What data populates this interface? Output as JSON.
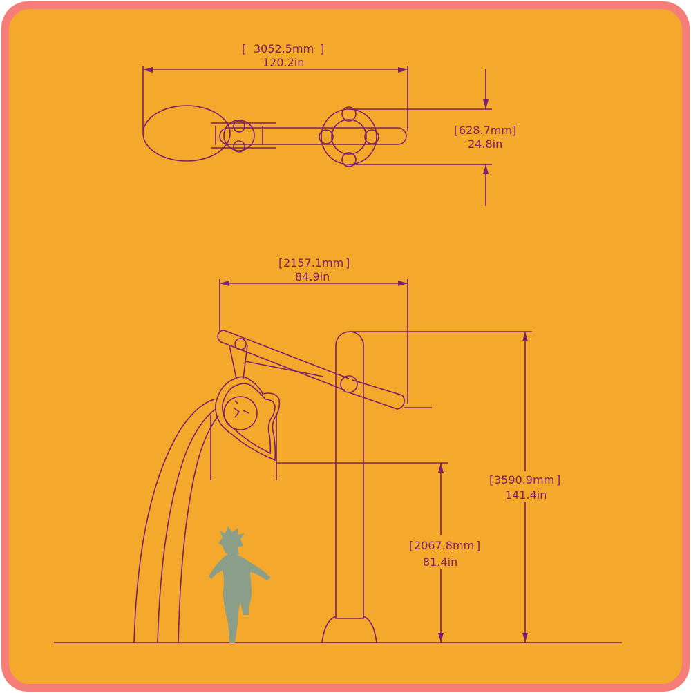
{
  "colors": {
    "border": "#f57f78",
    "background": "#f5a92c",
    "line": "#7a1f6b",
    "silhouette": "#8b9e8a"
  },
  "top_view": {
    "width": {
      "mm": "3052.5mm",
      "in": "120.2in"
    },
    "depth": {
      "mm": "628.7mm",
      "in": "24.8in"
    }
  },
  "side_view": {
    "reach": {
      "mm": "2157.1mm",
      "in": "84.9in"
    },
    "total_height": {
      "mm": "3590.9mm",
      "in": "141.4in"
    },
    "bucket_height": {
      "mm": "2067.8mm",
      "in": "81.4in"
    }
  },
  "figure": {
    "icon": "child-silhouette-icon"
  }
}
